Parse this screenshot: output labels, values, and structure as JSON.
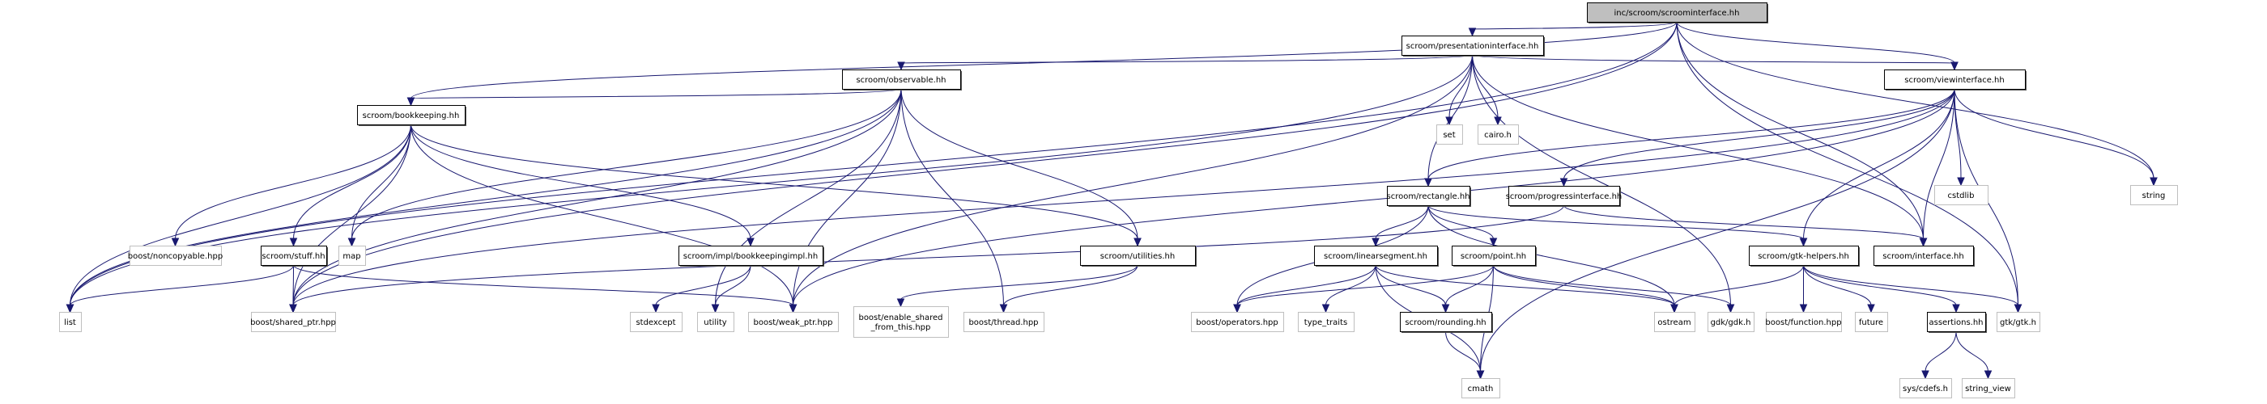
{
  "diagram": {
    "type": "include-dependency-graph",
    "colors": {
      "edge": "#191970",
      "root_fill": "#bfbfbf",
      "project_border": "#000000",
      "external_border": "#bfbfbf"
    },
    "nodes": [
      {
        "id": "root",
        "label": "inc/scroom/scroominterface.hh",
        "kind": "root"
      },
      {
        "id": "presentationinterface",
        "label": "scroom/presentationinterface.hh",
        "kind": "project"
      },
      {
        "id": "viewinterface",
        "label": "scroom/viewinterface.hh",
        "kind": "project"
      },
      {
        "id": "observable",
        "label": "scroom/observable.hh",
        "kind": "project"
      },
      {
        "id": "bookkeeping",
        "label": "scroom/bookkeeping.hh",
        "kind": "project"
      },
      {
        "id": "rectangle",
        "label": "scroom/rectangle.hh",
        "kind": "project"
      },
      {
        "id": "progressinterface",
        "label": "scroom/progressinterface.hh",
        "kind": "project"
      },
      {
        "id": "stuff",
        "label": "scroom/stuff.hh",
        "kind": "project"
      },
      {
        "id": "bookkeepingimpl",
        "label": "scroom/impl/bookkeepingimpl.hh",
        "kind": "project"
      },
      {
        "id": "utilities",
        "label": "scroom/utilities.hh",
        "kind": "project"
      },
      {
        "id": "linearsegment",
        "label": "scroom/linearsegment.hh",
        "kind": "project"
      },
      {
        "id": "point",
        "label": "scroom/point.hh",
        "kind": "project"
      },
      {
        "id": "gtkhelpers",
        "label": "scroom/gtk-helpers.hh",
        "kind": "project"
      },
      {
        "id": "interface",
        "label": "scroom/interface.hh",
        "kind": "project"
      },
      {
        "id": "rounding",
        "label": "scroom/rounding.hh",
        "kind": "project"
      },
      {
        "id": "assertions",
        "label": "assertions.hh",
        "kind": "project"
      },
      {
        "id": "set",
        "label": "set",
        "kind": "external"
      },
      {
        "id": "cairo",
        "label": "cairo.h",
        "kind": "external"
      },
      {
        "id": "cstdlib",
        "label": "cstdlib",
        "kind": "external"
      },
      {
        "id": "string",
        "label": "string",
        "kind": "external"
      },
      {
        "id": "noncopyable",
        "label": "boost/noncopyable.hpp",
        "kind": "external"
      },
      {
        "id": "map",
        "label": "map",
        "kind": "external"
      },
      {
        "id": "list",
        "label": "list",
        "kind": "external"
      },
      {
        "id": "shared_ptr",
        "label": "boost/shared_ptr.hpp",
        "kind": "external"
      },
      {
        "id": "stdexcept",
        "label": "stdexcept",
        "kind": "external"
      },
      {
        "id": "utility",
        "label": "utility",
        "kind": "external"
      },
      {
        "id": "weak_ptr",
        "label": "boost/weak_ptr.hpp",
        "kind": "external"
      },
      {
        "id": "enable_shared",
        "label": "boost/enable_shared\n_from_this.hpp",
        "kind": "external"
      },
      {
        "id": "thread",
        "label": "boost/thread.hpp",
        "kind": "external"
      },
      {
        "id": "operators",
        "label": "boost/operators.hpp",
        "kind": "external"
      },
      {
        "id": "type_traits",
        "label": "type_traits",
        "kind": "external"
      },
      {
        "id": "ostream",
        "label": "ostream",
        "kind": "external"
      },
      {
        "id": "gdk",
        "label": "gdk/gdk.h",
        "kind": "external"
      },
      {
        "id": "boost_function",
        "label": "boost/function.hpp",
        "kind": "external"
      },
      {
        "id": "future",
        "label": "future",
        "kind": "external"
      },
      {
        "id": "gtk",
        "label": "gtk/gtk.h",
        "kind": "external"
      },
      {
        "id": "cmath",
        "label": "cmath",
        "kind": "external"
      },
      {
        "id": "cdefs",
        "label": "sys/cdefs.h",
        "kind": "external"
      },
      {
        "id": "string_view",
        "label": "string_view",
        "kind": "external"
      }
    ],
    "edges": [
      [
        "root",
        "presentationinterface"
      ],
      [
        "root",
        "viewinterface"
      ],
      [
        "root",
        "list"
      ],
      [
        "root",
        "shared_ptr"
      ],
      [
        "root",
        "string"
      ],
      [
        "root",
        "gtk"
      ],
      [
        "root",
        "interface"
      ],
      [
        "root",
        "bookkeeping"
      ],
      [
        "presentationinterface",
        "set"
      ],
      [
        "presentationinterface",
        "cairo"
      ],
      [
        "presentationinterface",
        "observable"
      ],
      [
        "presentationinterface",
        "viewinterface"
      ],
      [
        "presentationinterface",
        "rectangle"
      ],
      [
        "presentationinterface",
        "interface"
      ],
      [
        "presentationinterface",
        "gdk"
      ],
      [
        "presentationinterface",
        "weak_ptr"
      ],
      [
        "presentationinterface",
        "list"
      ],
      [
        "observable",
        "bookkeeping"
      ],
      [
        "observable",
        "utilities"
      ],
      [
        "observable",
        "shared_ptr"
      ],
      [
        "observable",
        "weak_ptr"
      ],
      [
        "observable",
        "map"
      ],
      [
        "observable",
        "list"
      ],
      [
        "observable",
        "thread"
      ],
      [
        "observable",
        "utility"
      ],
      [
        "viewinterface",
        "cstdlib"
      ],
      [
        "viewinterface",
        "string"
      ],
      [
        "viewinterface",
        "rectangle"
      ],
      [
        "viewinterface",
        "progressinterface"
      ],
      [
        "viewinterface",
        "interface"
      ],
      [
        "viewinterface",
        "gtkhelpers"
      ],
      [
        "viewinterface",
        "gtk"
      ],
      [
        "viewinterface",
        "cmath"
      ],
      [
        "viewinterface",
        "shared_ptr"
      ],
      [
        "viewinterface",
        "weak_ptr"
      ],
      [
        "bookkeeping",
        "noncopyable"
      ],
      [
        "bookkeeping",
        "stuff"
      ],
      [
        "bookkeeping",
        "map"
      ],
      [
        "bookkeeping",
        "bookkeepingimpl"
      ],
      [
        "bookkeeping",
        "utilities"
      ],
      [
        "bookkeeping",
        "list"
      ],
      [
        "bookkeeping",
        "shared_ptr"
      ],
      [
        "bookkeeping",
        "weak_ptr"
      ],
      [
        "stuff",
        "list"
      ],
      [
        "stuff",
        "shared_ptr"
      ],
      [
        "stuff",
        "weak_ptr"
      ],
      [
        "bookkeepingimpl",
        "stdexcept"
      ],
      [
        "bookkeepingimpl",
        "utility"
      ],
      [
        "utilities",
        "enable_shared"
      ],
      [
        "utilities",
        "thread"
      ],
      [
        "rectangle",
        "linearsegment"
      ],
      [
        "rectangle",
        "point"
      ],
      [
        "rectangle",
        "operators"
      ],
      [
        "rectangle",
        "ostream"
      ],
      [
        "rectangle",
        "gtkhelpers"
      ],
      [
        "progressinterface",
        "interface"
      ],
      [
        "progressinterface",
        "shared_ptr"
      ],
      [
        "linearsegment",
        "operators"
      ],
      [
        "linearsegment",
        "type_traits"
      ],
      [
        "linearsegment",
        "rounding"
      ],
      [
        "linearsegment",
        "cmath"
      ],
      [
        "linearsegment",
        "ostream"
      ],
      [
        "point",
        "operators"
      ],
      [
        "point",
        "rounding"
      ],
      [
        "point",
        "cmath"
      ],
      [
        "point",
        "ostream"
      ],
      [
        "point",
        "gdk"
      ],
      [
        "gtkhelpers",
        "ostream"
      ],
      [
        "gtkhelpers",
        "boost_function"
      ],
      [
        "gtkhelpers",
        "future"
      ],
      [
        "gtkhelpers",
        "assertions"
      ],
      [
        "gtkhelpers",
        "gtk"
      ],
      [
        "rounding",
        "cmath"
      ],
      [
        "assertions",
        "cdefs"
      ],
      [
        "assertions",
        "string_view"
      ]
    ]
  }
}
